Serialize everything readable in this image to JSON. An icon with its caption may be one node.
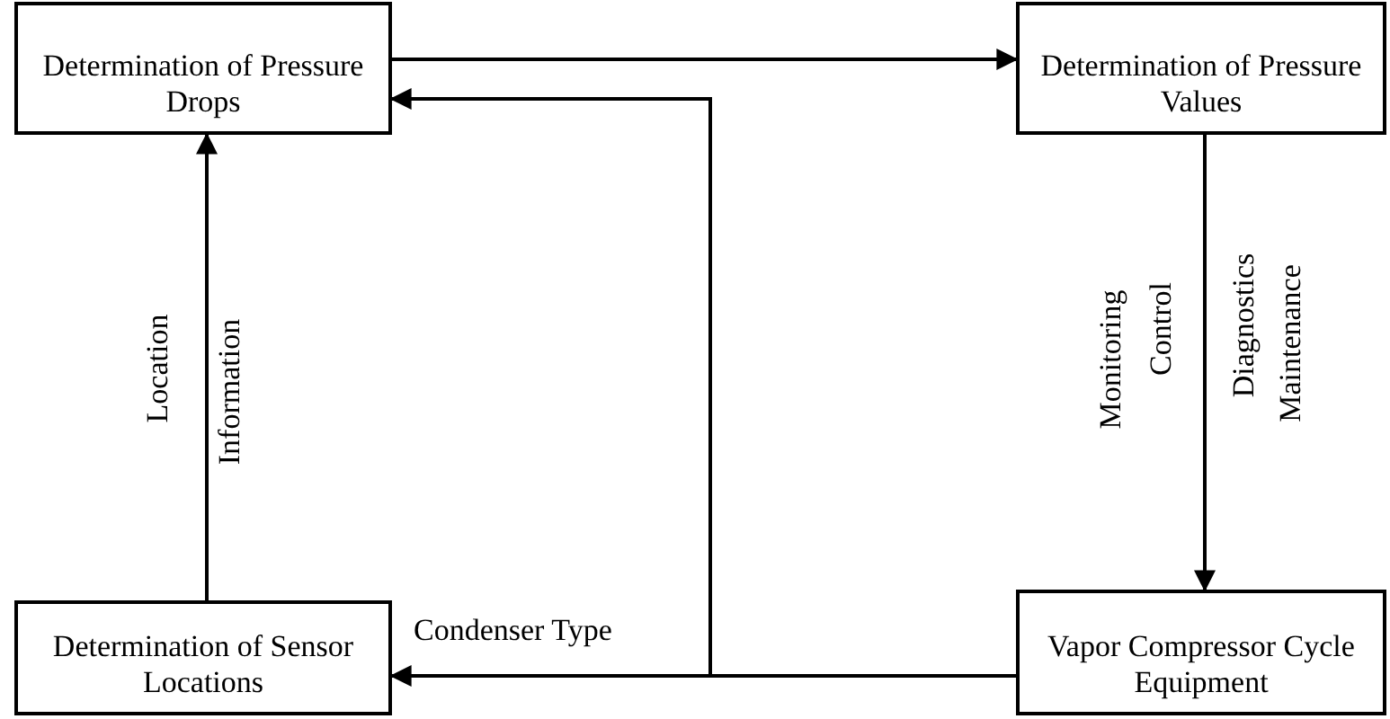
{
  "diagram": {
    "nodes": [
      {
        "text": [
          "Determination of Pressure Drops"
        ]
      },
      {
        "text": [
          "Determination of Pressure Values"
        ]
      },
      {
        "text": [
          "Determination of Sensor Locations"
        ]
      },
      {
        "text": [
          "Vapor Compressor Cycle Equipment"
        ]
      }
    ],
    "edges": [
      {
        "from": 0,
        "to": 1,
        "arrow": "to"
      },
      {
        "from": 1,
        "to": 3,
        "arrow": "to"
      },
      {
        "from": 2,
        "to": 0,
        "arrow": "to"
      },
      {
        "from": 3,
        "to": 2,
        "arrow": "to",
        "label": "Condenser Type"
      },
      {
        "from": 3,
        "to": 0,
        "arrow": "to"
      }
    ],
    "labels": [
      "Location",
      "Information",
      "Monitoring",
      "Control",
      "Diagnostics",
      "Maintenance"
    ]
  }
}
